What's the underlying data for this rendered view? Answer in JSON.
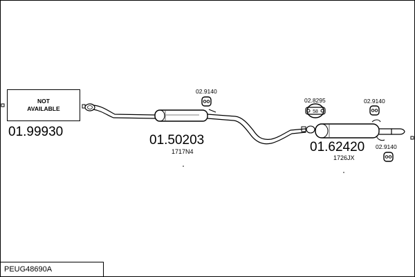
{
  "reference": "PEUG48690A",
  "parts": [
    {
      "number": "01.99930",
      "note": "NOT AVAILABLE"
    },
    {
      "number": "01.50203",
      "oem": "1717N4"
    },
    {
      "number": "01.62420",
      "oem": "1726JX"
    }
  ],
  "fittings": [
    {
      "code": "02.9140"
    },
    {
      "code": "02.8295"
    },
    {
      "code": "02.9140"
    },
    {
      "code": "02.9140"
    }
  ]
}
